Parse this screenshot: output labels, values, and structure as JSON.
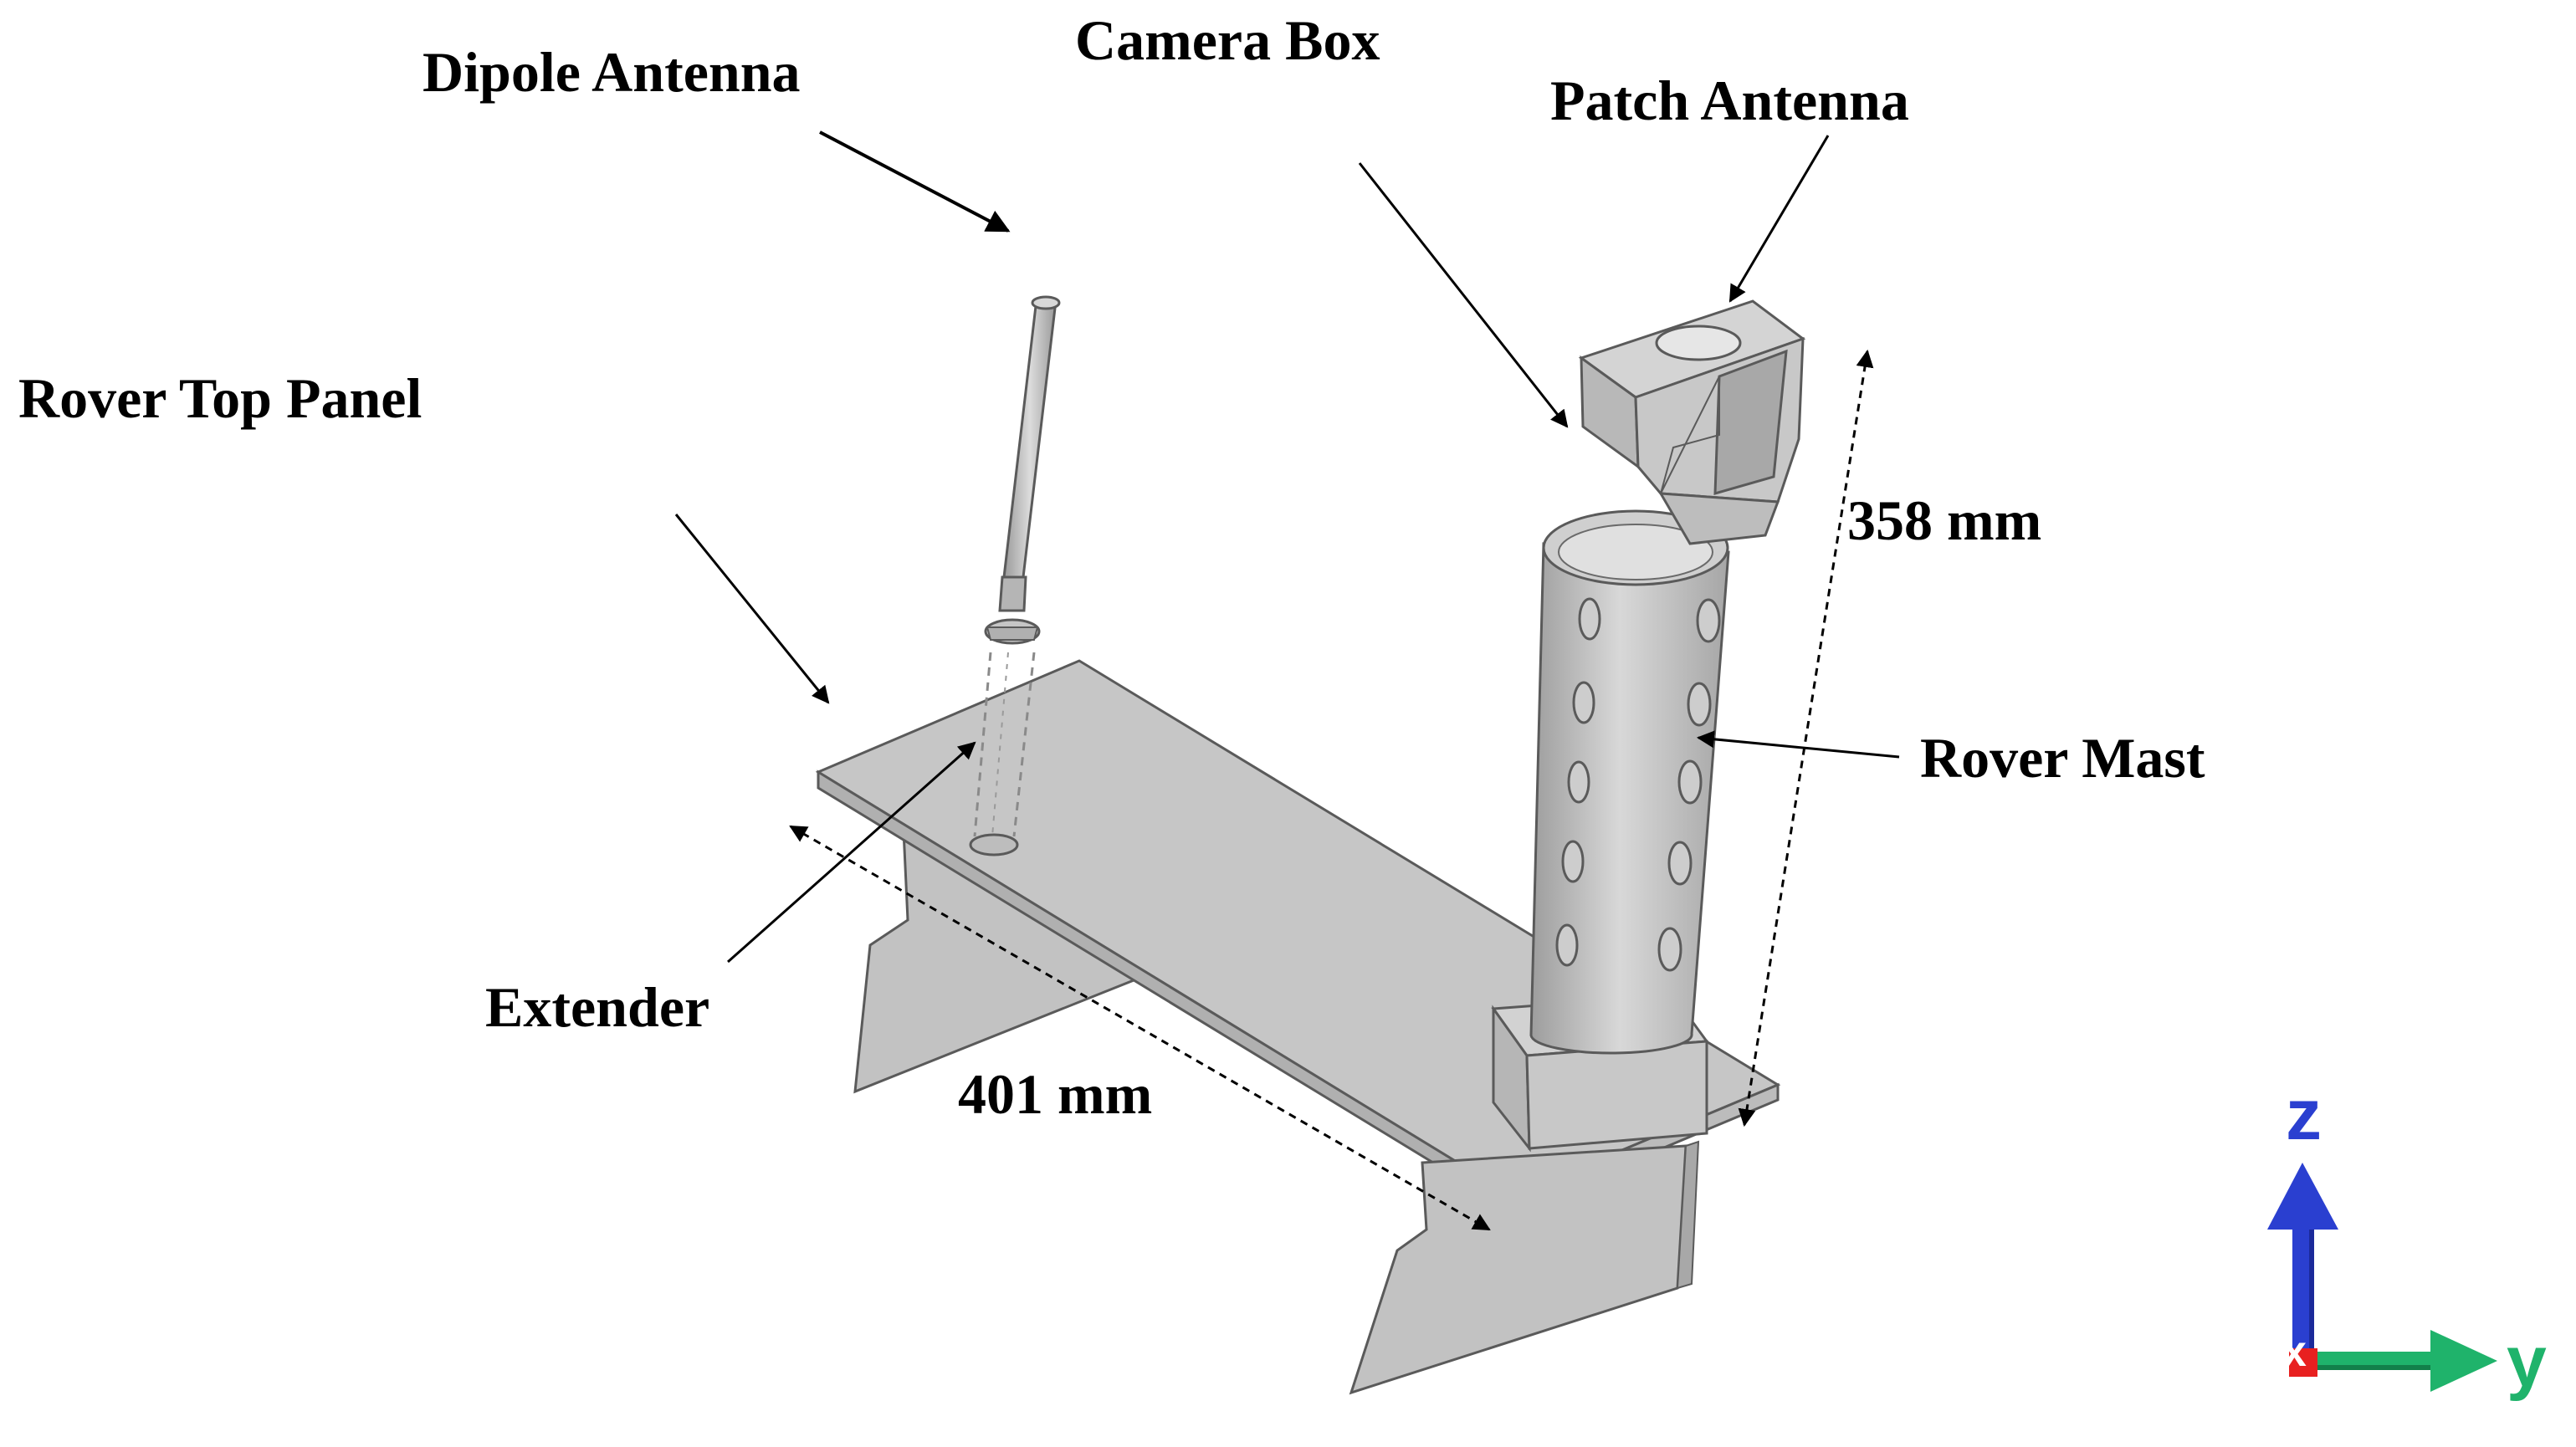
{
  "labels": {
    "dipole_antenna": "Dipole Antenna",
    "camera_box": "Camera Box",
    "patch_antenna": "Patch Antenna",
    "rover_top_panel": "Rover Top Panel",
    "rover_mast": "Rover Mast",
    "extender": "Extender"
  },
  "dimensions": {
    "mast_height": "358 mm",
    "panel_length": "401 mm"
  },
  "axes": {
    "z": "z",
    "y": "y",
    "x": "x"
  },
  "colors": {
    "model_face": "#c4c4c4",
    "model_light": "#d6d6d6",
    "model_dark": "#a9a9a9",
    "edge": "#5a5a5a",
    "z_axis": "#2a3fd0",
    "y_axis": "#1fb36b",
    "x_axis": "#e82020"
  }
}
